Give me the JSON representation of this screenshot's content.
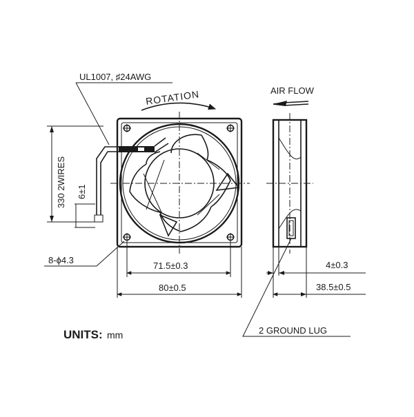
{
  "labels": {
    "wire_spec": "UL1007,  ♯24AWG",
    "rotation": "ROTATION",
    "air_flow": "AIR FLOW",
    "wires": "330  2WIRES",
    "strip": "6±1",
    "holes": "8-ϕ4.3",
    "hole_pitch": "71.5±0.3",
    "width": "80±0.5",
    "frame_thickness": "4±0.3",
    "depth": "38.5±0.5",
    "ground": "2  GROUND   LUG",
    "units_label": "UNITS:",
    "units_value": "mm"
  }
}
